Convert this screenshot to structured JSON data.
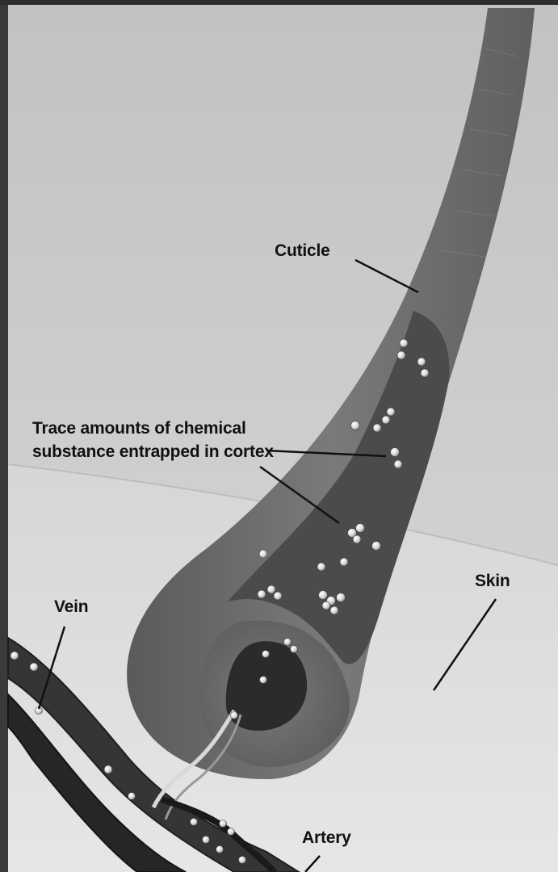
{
  "labels": {
    "cuticle": "Cuticle",
    "trace_line1": "Trace amounts of chemical",
    "trace_line2": "substance entrapped in cortex",
    "skin": "Skin",
    "vein": "Vein",
    "artery": "Artery"
  },
  "colors": {
    "background_top": "#c4c4c4",
    "skin": "#dedede",
    "hair_shaft": "#6f6f6f",
    "cortex": "#4a4a4a",
    "bulb": "#777777",
    "papilla": "#2d2d2d",
    "vessel": "#3a3a3a",
    "granule": "#e8e8e8",
    "leader_line": "#111111"
  }
}
